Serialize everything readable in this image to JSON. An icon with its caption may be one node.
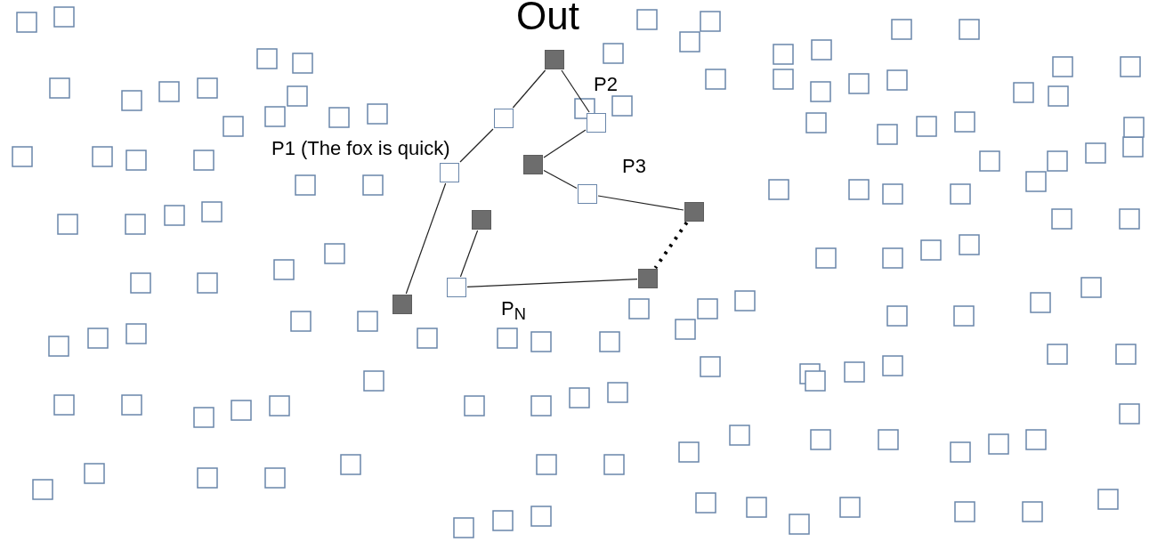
{
  "diagram": {
    "title": "Out",
    "nodes": [
      {
        "text": [],
        "shape": "box"
      },
      {
        "text": [],
        "shape": "box"
      },
      {
        "text": [],
        "shape": "box"
      },
      {
        "text": [],
        "shape": "box"
      },
      {
        "text": [],
        "shape": "box"
      },
      {
        "text": [],
        "shape": "box"
      },
      {
        "text": [],
        "shape": "box"
      },
      {
        "text": [],
        "shape": "box"
      },
      {
        "text": [],
        "shape": "box"
      },
      {
        "text": [],
        "shape": "box"
      },
      {
        "text": [],
        "shape": "box"
      }
    ],
    "edges": [
      {
        "from": 0,
        "to": 1,
        "arrow": "none"
      },
      {
        "from": 1,
        "to": 2,
        "arrow": "none"
      },
      {
        "from": 2,
        "to": 3,
        "arrow": "none"
      },
      {
        "from": 3,
        "to": 4,
        "arrow": "none"
      },
      {
        "from": 4,
        "to": 5,
        "arrow": "none"
      },
      {
        "from": 5,
        "to": 6,
        "arrow": "none"
      },
      {
        "from": 6,
        "to": 7,
        "arrow": "none"
      },
      {
        "from": 7,
        "to": 8,
        "arrow": "none",
        "style": "dashed"
      },
      {
        "from": 8,
        "to": 9,
        "arrow": "none"
      },
      {
        "from": 9,
        "to": 10,
        "arrow": "none"
      }
    ],
    "labels": [
      "P1 (The fox is quick)",
      "P2",
      "P3",
      "P$_{N}$"
    ]
  }
}
